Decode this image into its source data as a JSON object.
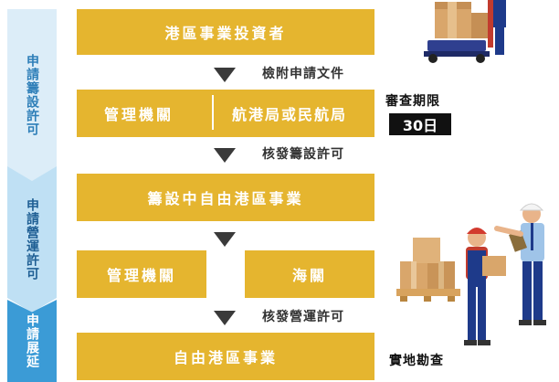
{
  "phases": [
    {
      "label": "申請籌設許可"
    },
    {
      "label": "申請營運許可"
    },
    {
      "label": "申請展延"
    }
  ],
  "flow": {
    "investor": "港區事業投資者",
    "step1_label": "檢附申請文件",
    "authority_left": "管理機關",
    "authority_right": "航港局或民航局",
    "step2_label": "核發籌設許可",
    "prep_enterprise": "籌設中自由港區事業",
    "mgmt_authority": "管理機關",
    "customs": "海關",
    "step3_label": "核發營運許可",
    "final_enterprise": "自由港區事業"
  },
  "deadline": {
    "title": "審查期限",
    "value": "30日"
  },
  "inspection": {
    "label": "實地勘查"
  },
  "colors": {
    "box": "#e5b52f",
    "phase_text": "#2e7fb8",
    "badge": "#111111"
  }
}
